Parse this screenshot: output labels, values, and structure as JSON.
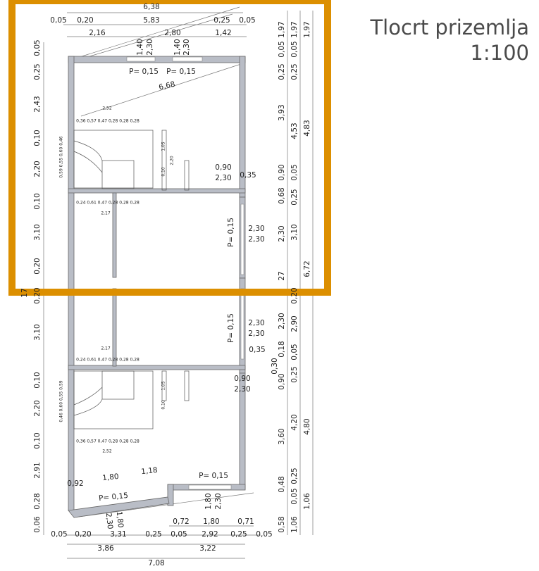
{
  "title": "Tlocrt prizemlja",
  "scale": "1:100",
  "highlight_color": "#dc8f00",
  "top": [
    "6,38",
    "0,05",
    "0,20",
    "5,83",
    "0,25",
    "0,05",
    "2,16",
    "2,80",
    "1,42",
    "1,40",
    "2,30",
    "1,40",
    "2,30",
    "P= 0,15",
    "P= 0,15",
    "6,68"
  ],
  "left": [
    "0,05",
    "0,25",
    "2,43",
    "0,10",
    "2,20",
    "0,10",
    "3,10",
    "0,20",
    "0,20",
    "3,10",
    "0,10",
    "2,20",
    "0,10",
    "2,91",
    "0,28",
    "0,06",
    "17"
  ],
  "right1": [
    "1,97",
    "0,05",
    "0,25",
    "3,93",
    "0,90",
    "0,68",
    "2,30",
    "2,30",
    "0,18",
    "0,30",
    "0,90",
    "3,60",
    "0,48",
    "0,58",
    "27"
  ],
  "right2": [
    "1,97",
    "0,05",
    "0,25",
    "4,53",
    "0,05",
    "0,25",
    "3,10",
    "0,20",
    "2,90",
    "0,05",
    "0,25",
    "4,20",
    "0,25",
    "0,05",
    "1,06"
  ],
  "right3": [
    "1,97",
    "4,83",
    "6,72",
    "4,80",
    "1,06"
  ],
  "inside": [
    "0,90",
    "2,30",
    "0,35",
    "P= 0,15",
    "2,30",
    "2,30",
    "2,30",
    "2,30",
    "P= 0,15",
    "0,35",
    "0,90",
    "2,30",
    "1,80",
    "1,18",
    "0,92",
    "P= 0,15",
    "P= 0,15",
    "1,80",
    "2,30",
    "2,30",
    "1,80"
  ],
  "small": [
    "2,52",
    "0,36  0,57  0,47  0,28  0,28  0,28",
    "0,24  0,61  0,47  0,28  0,28  0,28",
    "2,17",
    "1,05",
    "2,20",
    "0,10",
    "2,17",
    "0,24  0,61  0,47  0,28  0,28  0,28",
    "0,36  0,57  0,47  0,28  0,28  0,28",
    "2,52",
    "1,05",
    "0,10",
    "0,59 0,55 0,60 0,46",
    "0,46 0,60 0,55 0,59"
  ],
  "bottom": [
    "0,72",
    "1,80",
    "0,71",
    "0,05",
    "0,20",
    "3,31",
    "0,25",
    "0,05",
    "2,92",
    "0,25",
    "0,05",
    "3,86",
    "3,22",
    "7,08"
  ]
}
